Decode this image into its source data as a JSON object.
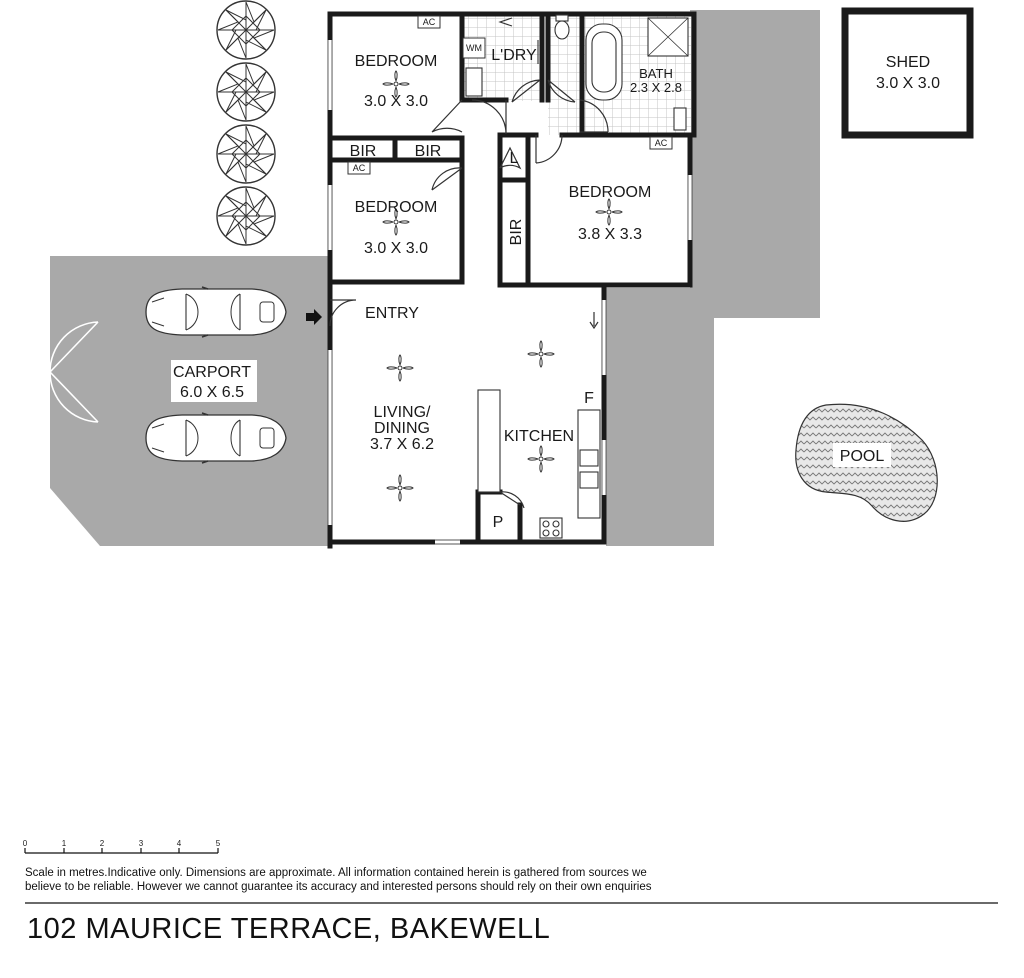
{
  "rooms": {
    "bedroom1": {
      "name": "BEDROOM",
      "size": "3.0 X 3.0"
    },
    "bedroom2": {
      "name": "BEDROOM",
      "size": "3.0 X 3.0"
    },
    "bedroom3": {
      "name": "BEDROOM",
      "size": "3.8 X 3.3"
    },
    "bath": {
      "name": "BATH",
      "size": "2.3 X 2.8"
    },
    "laundry": {
      "name": "L'DRY"
    },
    "shed": {
      "name": "SHED",
      "size": "3.0 X 3.0"
    },
    "carport": {
      "name": "CARPORT",
      "size": "6.0 X 6.5"
    },
    "entry": {
      "name": "ENTRY"
    },
    "living": {
      "name_line1": "LIVING/",
      "name_line2": "DINING",
      "size": "3.7 X 6.2"
    },
    "kitchen": {
      "name": "KITCHEN"
    },
    "pool": {
      "name": "POOL"
    }
  },
  "fixtures": {
    "bir": "BIR",
    "linen": "L",
    "pantry": "P",
    "fridge": "F",
    "washing_machine": "WM",
    "air_conditioner": "AC"
  },
  "scale": {
    "ticks": [
      "0",
      "1",
      "2",
      "3",
      "4",
      "5"
    ]
  },
  "disclaimer": "Scale in metres.Indicative only. Dimensions are approximate. All information contained herein is gathered from sources we believe to be reliable. However we cannot guarantee its accuracy and interested persons should rely on their own enquiries",
  "address": "102 MAURICE TERRACE, BAKEWELL",
  "colors": {
    "wall": "#1a1a1a",
    "ground": "#a9a9a9",
    "background": "#ffffff",
    "tile_grid": "#c4c4c4"
  }
}
